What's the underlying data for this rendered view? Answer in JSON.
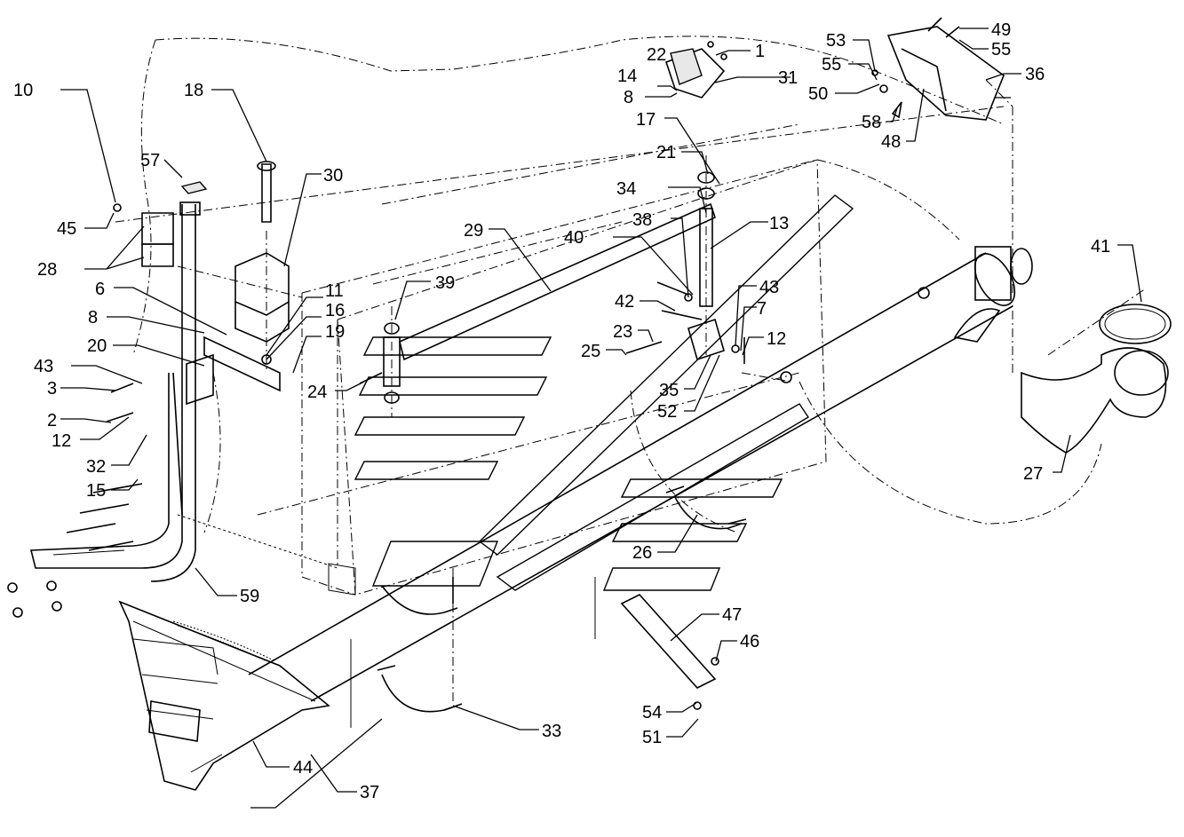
{
  "labels": [
    "1",
    "2",
    "3",
    "6",
    "7",
    "8",
    "8",
    "10",
    "11",
    "12",
    "12",
    "13",
    "14",
    "15",
    "16",
    "17",
    "18",
    "19",
    "20",
    "21",
    "22",
    "23",
    "24",
    "25",
    "26",
    "27",
    "28",
    "29",
    "30",
    "31",
    "32",
    "33",
    "34",
    "35",
    "36",
    "37",
    "38",
    "39",
    "40",
    "41",
    "42",
    "43",
    "43",
    "44",
    "45",
    "46",
    "47",
    "48",
    "49",
    "50",
    "51",
    "52",
    "53",
    "54",
    "55",
    "55",
    "57",
    "58",
    "59"
  ]
}
